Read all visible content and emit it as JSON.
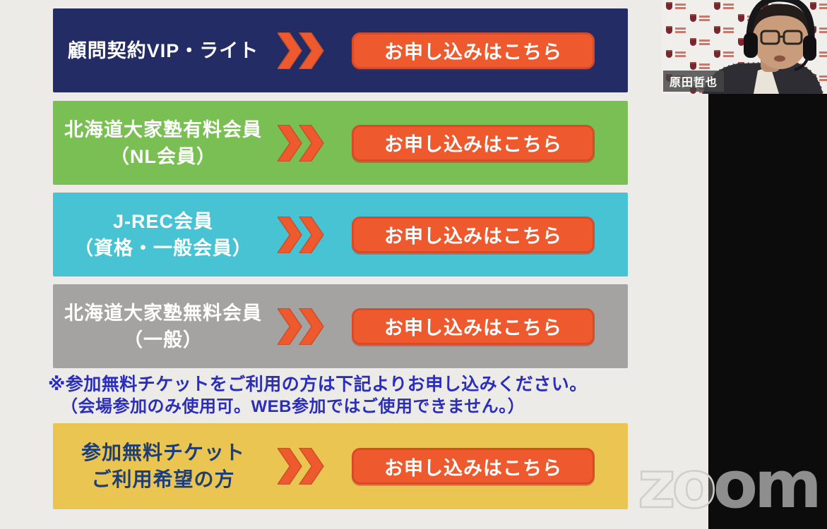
{
  "rows": [
    {
      "label_lines": [
        "顧問契約VIP・ライト"
      ],
      "band_color": "#232c64",
      "text_color": "#ffffff",
      "button_label": "お申し込みはこちら"
    },
    {
      "label_lines": [
        "北海道大家塾有料会員",
        "（NL会員）"
      ],
      "band_color": "#7abf53",
      "text_color": "#ffffff",
      "button_label": "お申し込みはこちら"
    },
    {
      "label_lines": [
        "J-REC会員",
        "（資格・一般会員）"
      ],
      "band_color": "#47c3d3",
      "text_color": "#ffffff",
      "button_label": "お申し込みはこちら"
    },
    {
      "label_lines": [
        "北海道大家塾無料会員",
        "（一般）"
      ],
      "band_color": "#a4a3a1",
      "text_color": "#ffffff",
      "button_label": "お申し込みはこちら"
    },
    {
      "label_lines": [
        "参加無料チケット",
        "ご利用希望の方"
      ],
      "band_color": "#ebc551",
      "text_color": "#1e3f76",
      "button_label": "お申し込みはこちら"
    }
  ],
  "note": {
    "line1": "※参加無料チケットをご利用の方は下記よりお申し込みください。",
    "line2": "（会場参加のみ使用可。WEB参加ではご使用できません。）",
    "color": "#2b2eb8"
  },
  "video": {
    "participant_name": "原田哲也"
  },
  "watermark": {
    "part1": "zo",
    "part2": "om"
  },
  "colors": {
    "accent_orange": "#ee5a2e",
    "orange_border": "#d84b28",
    "slide_bg": "#ecebe7",
    "letterbox_bg": "#0c0c0c",
    "backdrop_bg": "#f1efeb",
    "crest_maroon": "#7a2531"
  }
}
